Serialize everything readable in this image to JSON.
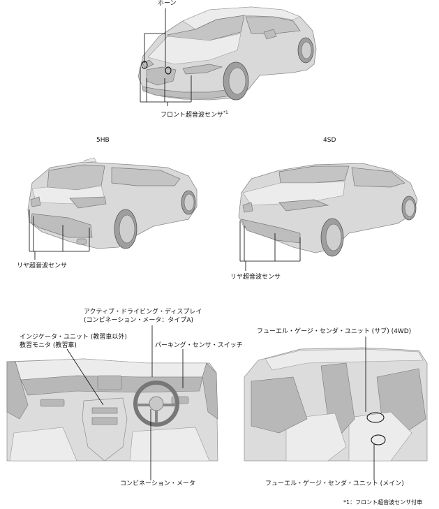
{
  "labels": {
    "horn": "ホーン",
    "front_sensor": "フロント超音波センサ",
    "front_sensor_mark": "*1",
    "hb_title": "5HB",
    "sd_title": "4SD",
    "rear_sensor_hb": "リヤ超音波センサ",
    "rear_sensor_sd": "リヤ超音波センサ",
    "display_line1": "アクティブ・ドライビング・ディスプレイ",
    "display_line2": "(コンビネーション・メータ：タイプA)",
    "indicator_line1": "インジケータ・ユニット (教習車以外)",
    "indicator_line2": "教習モニタ (教習車)",
    "parking_switch": "パーキング・センサ・スイッチ",
    "combination_meter": "コンビネーション・メータ",
    "fuel_sub": "フューエル・ゲージ・センダ・ユニット (サブ) (4WD)",
    "fuel_main": "フューエル・ゲージ・センダ・ユニット (メイン)",
    "footnote": "*1：フロント超音波センサ付車"
  }
}
